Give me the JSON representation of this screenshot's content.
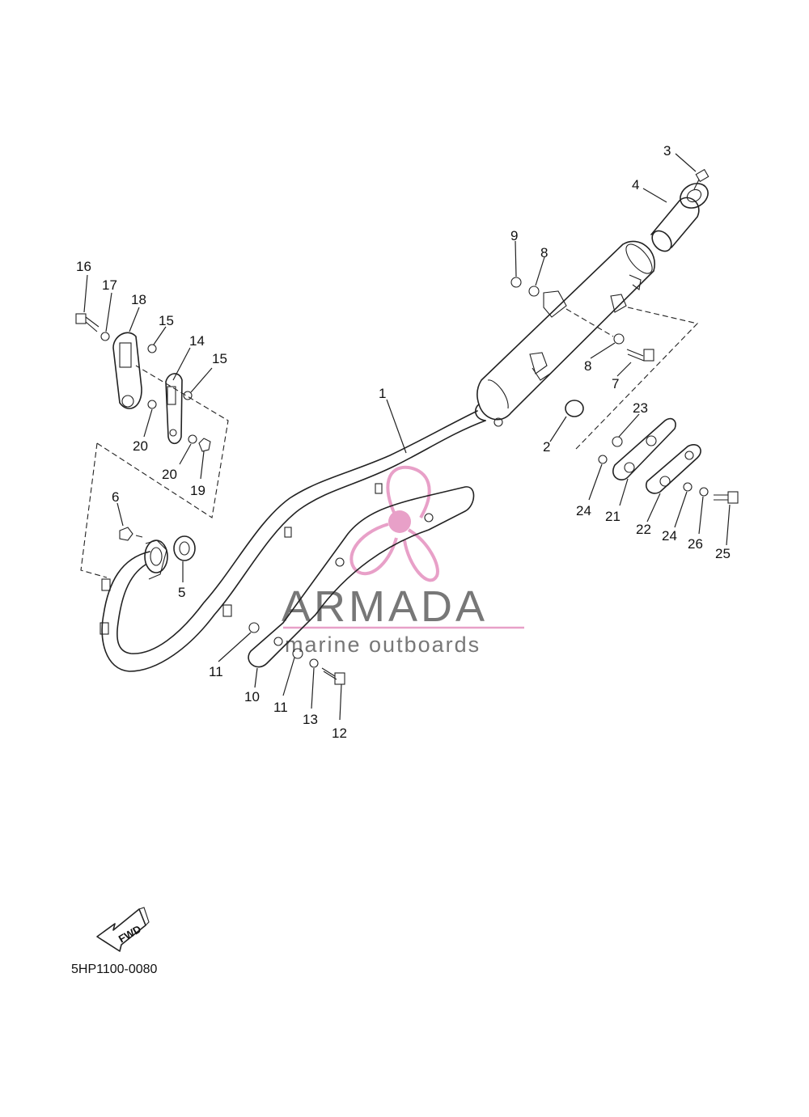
{
  "diagram": {
    "drawing_code": "5HP1100-0080",
    "direction_label": "FWD",
    "watermark": {
      "brand": "ARMADA",
      "tagline": "marine outboards",
      "brand_color": "#777777",
      "logo_color": "#e8a0c8"
    },
    "callouts": {
      "c1": "1",
      "c2": "2",
      "c3": "3",
      "c4": "4",
      "c5": "5",
      "c6": "6",
      "c7": "7",
      "c8a": "8",
      "c8b": "8",
      "c9": "9",
      "c10": "10",
      "c11a": "11",
      "c11b": "11",
      "c12": "12",
      "c13": "13",
      "c14": "14",
      "c15a": "15",
      "c15b": "15",
      "c16": "16",
      "c17": "17",
      "c18": "18",
      "c19": "19",
      "c20a": "20",
      "c20b": "20",
      "c21": "21",
      "c22": "22",
      "c23": "23",
      "c24a": "24",
      "c24b": "24",
      "c25": "25",
      "c26": "26"
    }
  }
}
